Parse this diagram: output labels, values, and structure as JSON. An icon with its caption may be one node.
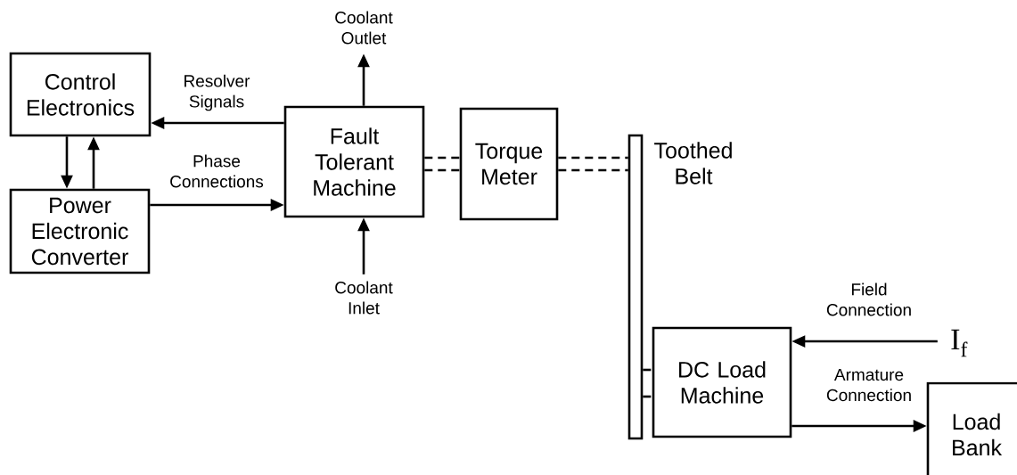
{
  "diagram": {
    "nodes": [
      {
        "text": [
          "Control Electronics"
        ]
      },
      {
        "text": [
          "Power Electronic Converter"
        ]
      },
      {
        "text": [
          "Fault Tolerant Machine"
        ]
      },
      {
        "text": [
          "Torque Meter"
        ]
      },
      {
        "text": [],
        "shape": "bar",
        "beside": [
          "Toothed Belt"
        ]
      },
      {
        "text": [
          "DC Load Machine"
        ]
      },
      {
        "text": [
          "Load Bank"
        ]
      },
      {
        "text": [
          "Coolant Outlet"
        ]
      },
      {
        "text": [
          "Coolant Inlet"
        ]
      },
      {
        "text": [
          "I$_{f}$"
        ]
      }
    ],
    "edges": [
      {
        "from": 2,
        "to": 0,
        "arrow": "to",
        "label": "Resolver Signals"
      },
      {
        "from": 1,
        "to": 2,
        "arrow": "to",
        "label": "Phase Connections"
      },
      {
        "from": 0,
        "to": 1,
        "arrow": "to"
      },
      {
        "from": 1,
        "to": 0,
        "arrow": "to"
      },
      {
        "from": 2,
        "to": 7,
        "arrow": "to"
      },
      {
        "from": 8,
        "to": 2,
        "arrow": "to"
      },
      {
        "from": 2,
        "to": 3,
        "arrow": "none",
        "style": "dashed"
      },
      {
        "from": 2,
        "to": 3,
        "arrow": "none",
        "style": "dashed"
      },
      {
        "from": 3,
        "to": 4,
        "arrow": "none",
        "style": "dashed"
      },
      {
        "from": 3,
        "to": 4,
        "arrow": "none",
        "style": "dashed"
      },
      {
        "from": 4,
        "to": 5,
        "arrow": "none",
        "style": "dashed"
      },
      {
        "from": 4,
        "to": 5,
        "arrow": "none",
        "style": "dashed"
      },
      {
        "from": 9,
        "to": 5,
        "arrow": "to",
        "label": "Field Connection"
      },
      {
        "from": 5,
        "to": 6,
        "arrow": "to",
        "label": "Armature Connection"
      }
    ]
  }
}
